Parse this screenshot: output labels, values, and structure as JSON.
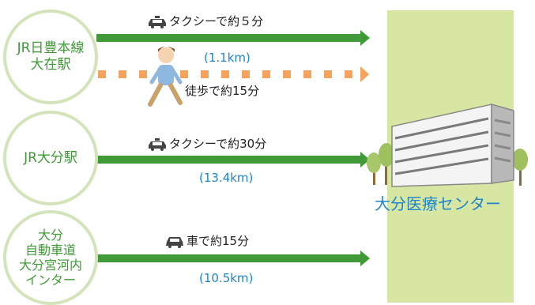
{
  "origins": [
    {
      "lines": [
        "JR日豊本線",
        "大在駅"
      ]
    },
    {
      "lines": [
        "JR大分駅"
      ]
    },
    {
      "lines": [
        "大分",
        "自動車道",
        "大分宮河内",
        "インター"
      ]
    }
  ],
  "routes": {
    "r1_taxi": {
      "text": "タクシーで約５分",
      "icon": "taxi-icon"
    },
    "r1_distance": "(1.1km)",
    "r1_walk": {
      "text": "徒歩で約15分",
      "icon": "walking-person"
    },
    "r2_taxi": {
      "text": "タクシーで約30分",
      "icon": "taxi-icon"
    },
    "r2_distance": "(13.4km)",
    "r3_car": {
      "text": "車で約15分",
      "icon": "car-icon"
    },
    "r3_distance": "(10.5km)"
  },
  "destination": {
    "name": "大分医療センター",
    "icon": "hospital-building"
  },
  "colors": {
    "route_line": "#3f9a37",
    "walk_line": "#f4a25c",
    "circle_border": "#d3e4ba",
    "origin_text": "#3f9a37",
    "distance_text": "#1c86c8",
    "destination_bg": "#d8e6a4"
  }
}
